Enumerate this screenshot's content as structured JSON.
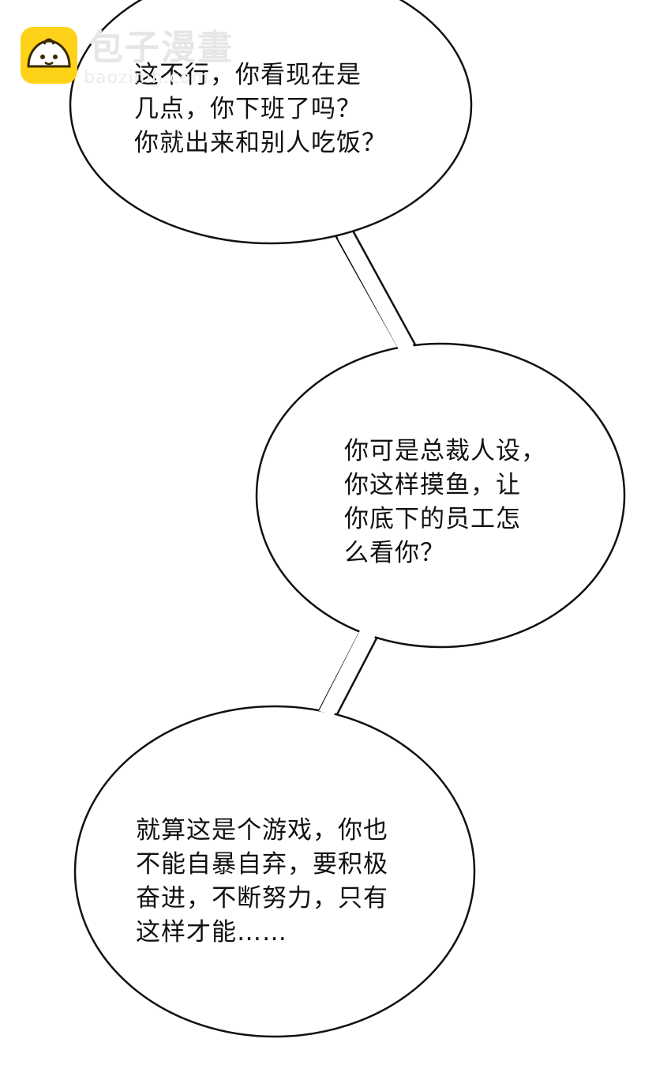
{
  "watermark": {
    "title": "包子漫畫",
    "subtitle": "baozimh.com",
    "logo_icon": "bun-mascot-icon",
    "logo_color": "#FFD21A"
  },
  "bubbles": [
    {
      "text": "这不行，你看现在是\n几点，你下班了吗？\n你就出来和别人吃饭？"
    },
    {
      "text": "你可是总裁人设，\n你这样摸鱼，让\n你底下的员工怎\n么看你？"
    },
    {
      "text": "就算这是个游戏，你也\n不能自暴自弃，要积极\n奋进，不断努力，只有\n这样才能……"
    }
  ]
}
